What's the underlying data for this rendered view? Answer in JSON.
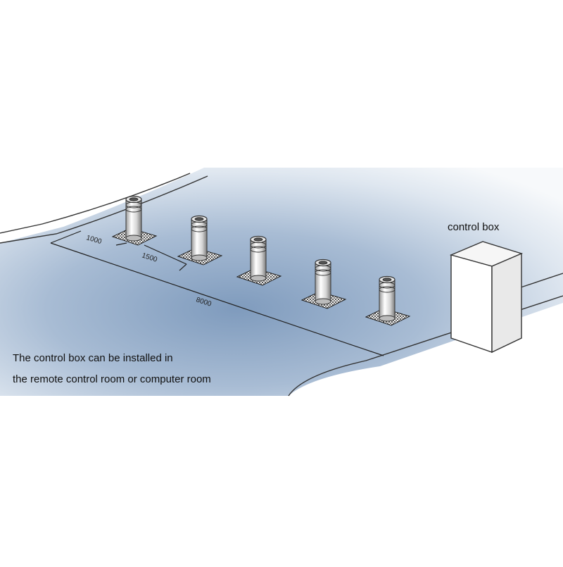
{
  "labels": {
    "control_box": "control box",
    "note_line_1": "The control box can be installed in",
    "note_line_2": "the remote control room or computer room"
  },
  "dimensions": {
    "spacing_1": "1000",
    "spacing_2": "1500",
    "total_length": "8000"
  },
  "bollards": {
    "count": 5
  },
  "colors": {
    "scene_blue": "#8fa8c6",
    "scene_light": "#eef2f7",
    "line": "#222222",
    "bollard_light": "#f4f4f4",
    "bollard_dark": "#8a8a8a"
  }
}
